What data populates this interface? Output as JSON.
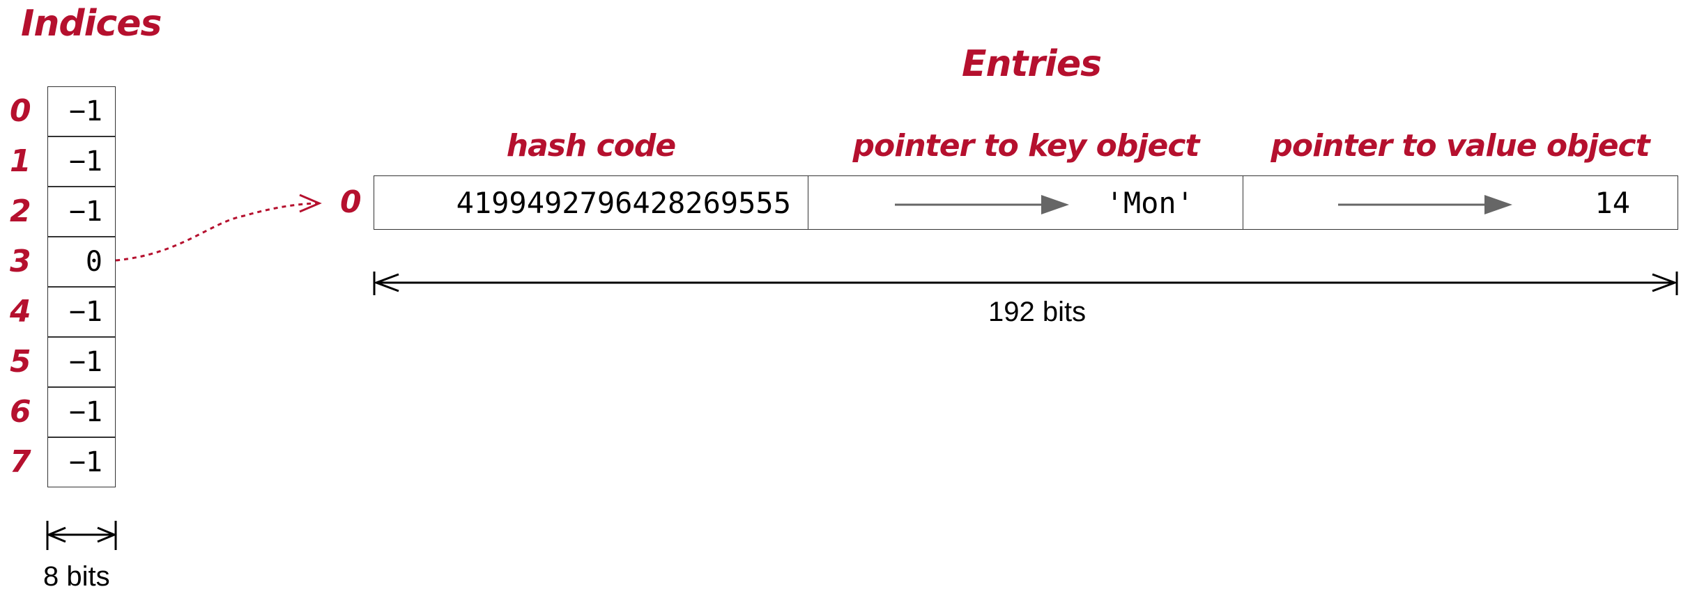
{
  "indices": {
    "title": "Indices",
    "labels": [
      "0",
      "1",
      "2",
      "3",
      "4",
      "5",
      "6",
      "7"
    ],
    "values": [
      "−1",
      "−1",
      "−1",
      "0",
      "−1",
      "−1",
      "−1",
      "−1"
    ],
    "width_label": "8 bits"
  },
  "entries": {
    "title": "Entries",
    "columns": [
      "hash code",
      "pointer to key object",
      "pointer to value object"
    ],
    "row_label": "0",
    "hash_code": "4199492796428269555",
    "key": "'Mon'",
    "value": "14",
    "width_label": "192 bits"
  },
  "colors": {
    "accent": "#b5102e",
    "line": "#000000",
    "pointer_arrow": "#666666"
  }
}
